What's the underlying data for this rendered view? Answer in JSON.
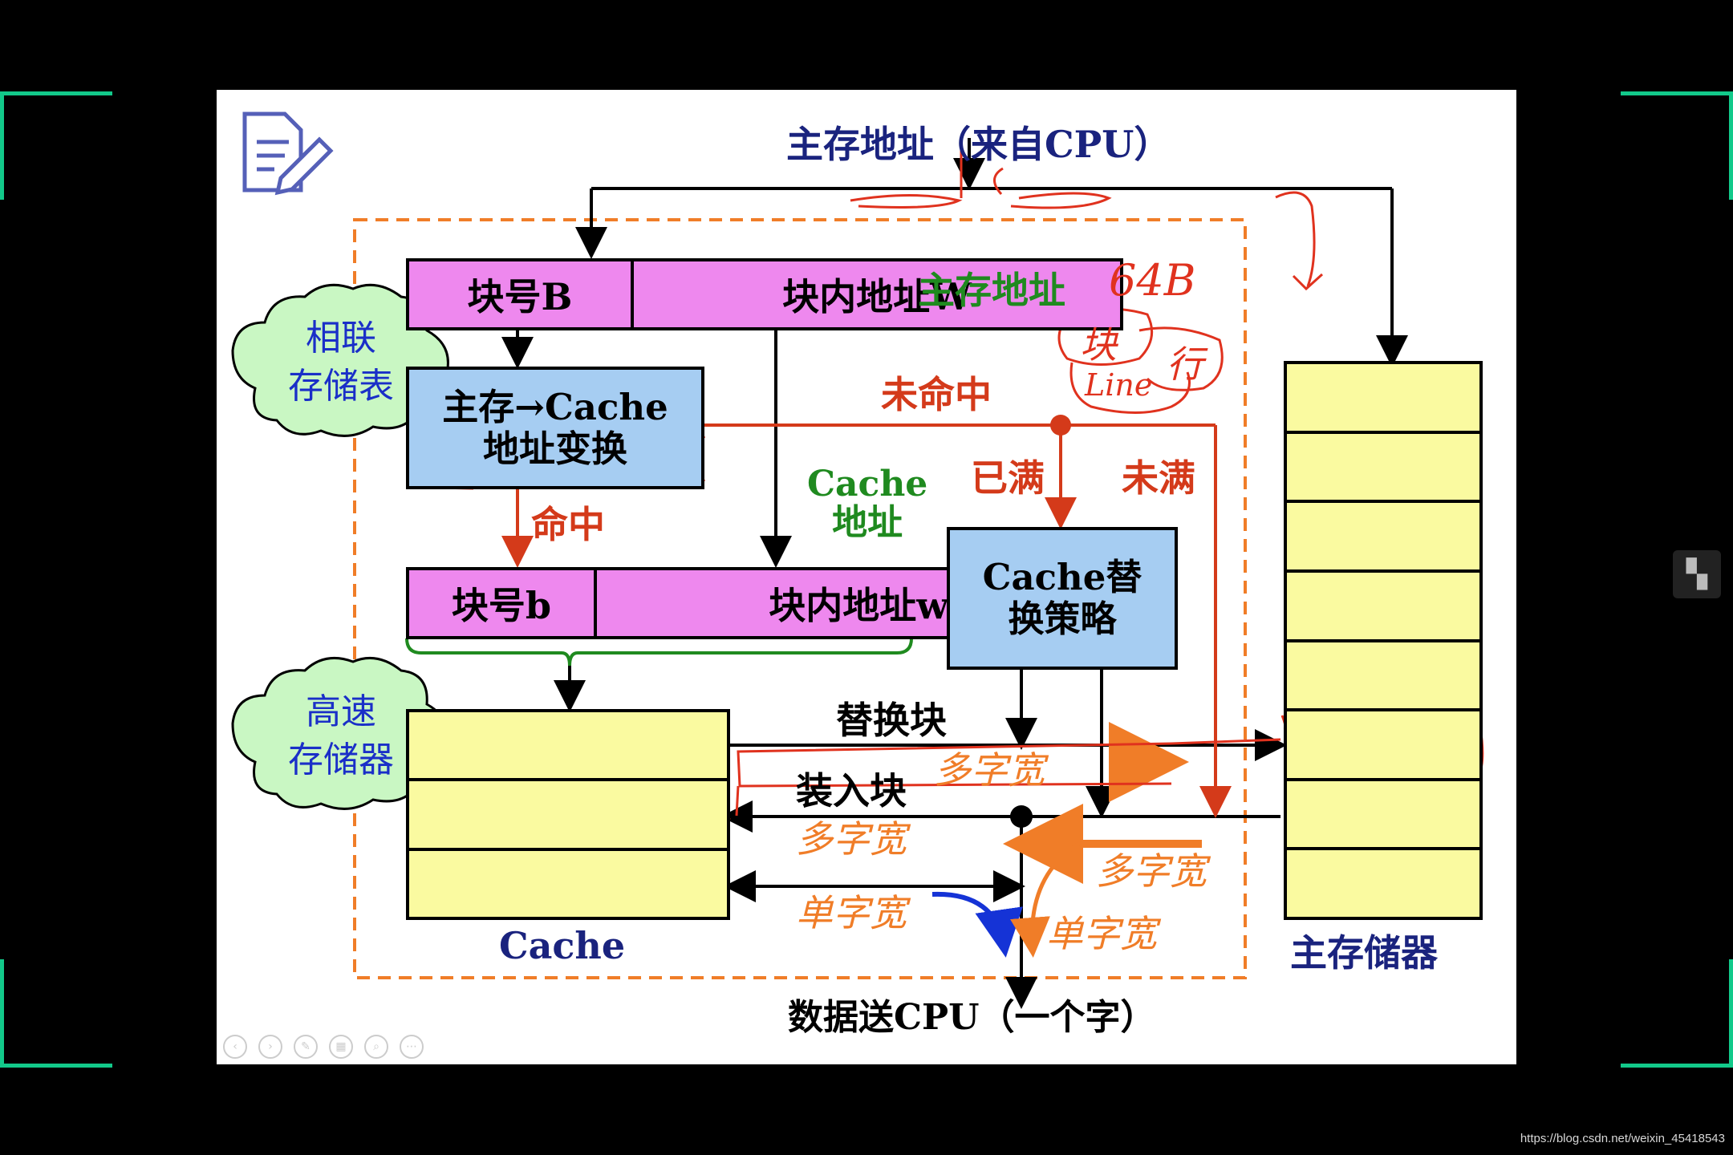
{
  "header": {
    "main_address_label": "主存地址（来自CPU）",
    "data_to_cpu_label": "数据送CPU（一个字）"
  },
  "main_address_register": {
    "block_field": "块号B",
    "offset_field": "块内地址W",
    "side_label": "主存地址"
  },
  "translator": {
    "line1": "主存→Cache",
    "line2": "地址变换"
  },
  "cache_address_register": {
    "block_field": "块号b",
    "offset_field": "块内地址w",
    "side_label_line1": "Cache",
    "side_label_line2": "地址"
  },
  "replacement_policy": {
    "line1": "Cache替",
    "line2": "换策略"
  },
  "status_labels": {
    "hit": "命中",
    "miss": "未命中",
    "full": "已满",
    "not_full": "未满"
  },
  "transfer_labels": {
    "replaced_block": "替换块",
    "loaded_block": "装入块",
    "multi_word_width_1": "多字宽",
    "multi_word_width_2": "多字宽",
    "multi_word_width_3": "多字宽",
    "single_word_width_1": "单字宽",
    "single_word_width_2": "单字宽"
  },
  "memories": {
    "cache_label": "Cache",
    "main_memory_label": "主存储器",
    "cache_rows": 3,
    "main_memory_rows": 8
  },
  "callouts": {
    "associative_line1": "相联",
    "associative_line2": "存储表",
    "highspeed_line1": "高速",
    "highspeed_line2": "存储器"
  },
  "handwritten_notes": {
    "size": "64B",
    "block": "块",
    "row": "行",
    "line": "Line"
  },
  "watermark": "https://blog.csdn.net/weixin_45418543",
  "colors": {
    "register_fill": "#ee88ee",
    "unit_fill": "#a6cdf2",
    "memory_fill": "#fafaa0",
    "navy_text": "#1a237e",
    "green_text": "#1f8a1f",
    "red_text": "#d43a1a",
    "orange_dash": "#f07d28",
    "accent": "#12c98a"
  }
}
